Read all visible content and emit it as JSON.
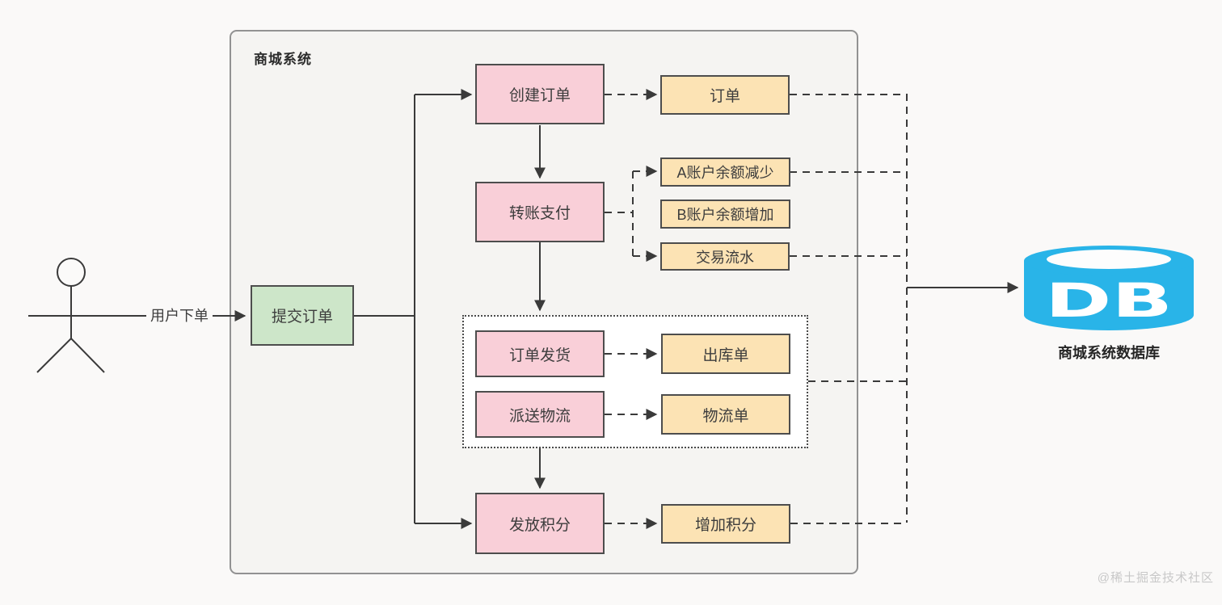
{
  "title": "商城系统",
  "actor_label": "用户下单",
  "nodes": {
    "submit_order": {
      "label": "提交订单"
    },
    "create_order": {
      "label": "创建订单"
    },
    "transfer_pay": {
      "label": "转账支付"
    },
    "order_ship": {
      "label": "订单发货"
    },
    "dispatch_logistics": {
      "label": "派送物流"
    },
    "issue_points": {
      "label": "发放积分"
    },
    "order_doc": {
      "label": "订单"
    },
    "acct_a_decrease": {
      "label": "A账户余额减少"
    },
    "acct_b_increase": {
      "label": "B账户余额增加"
    },
    "trans_flow": {
      "label": "交易流水"
    },
    "outbound_doc": {
      "label": "出库单"
    },
    "logistics_doc": {
      "label": "物流单"
    },
    "add_points": {
      "label": "增加积分"
    }
  },
  "db": {
    "badge": "DB",
    "label": "商城系统数据库"
  },
  "watermark": "@稀土掘金技术社区",
  "colors": {
    "process_fill": "#f9cfd8",
    "data_fill": "#fce3b4",
    "entry_fill": "#cde6c9",
    "db_cyan": "#29b4e8",
    "line": "#3a3a3a"
  }
}
